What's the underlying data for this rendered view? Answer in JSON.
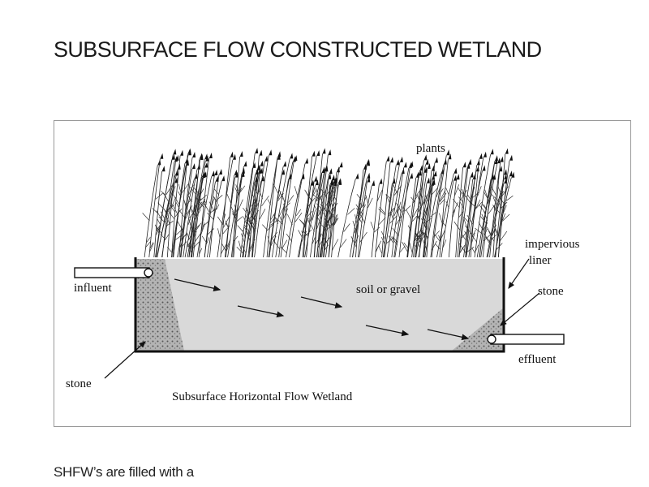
{
  "page": {
    "title": "SUBSURFACE FLOW CONSTRUCTED WETLAND",
    "body_text": "SHFW’s are filled with a"
  },
  "diagram": {
    "caption": "Subsurface Horizontal Flow Wetland",
    "labels": {
      "plants": "plants",
      "influent": "influent",
      "soil_or_gravel": "soil or gravel",
      "impervious": "impervious",
      "liner": "liner",
      "stone_right": "stone",
      "stone_left": "stone",
      "effluent": "effluent"
    },
    "colors": {
      "basin_fill": "#d6d6d6",
      "stone_fill": "#a8a8a8",
      "line": "#111111"
    }
  }
}
